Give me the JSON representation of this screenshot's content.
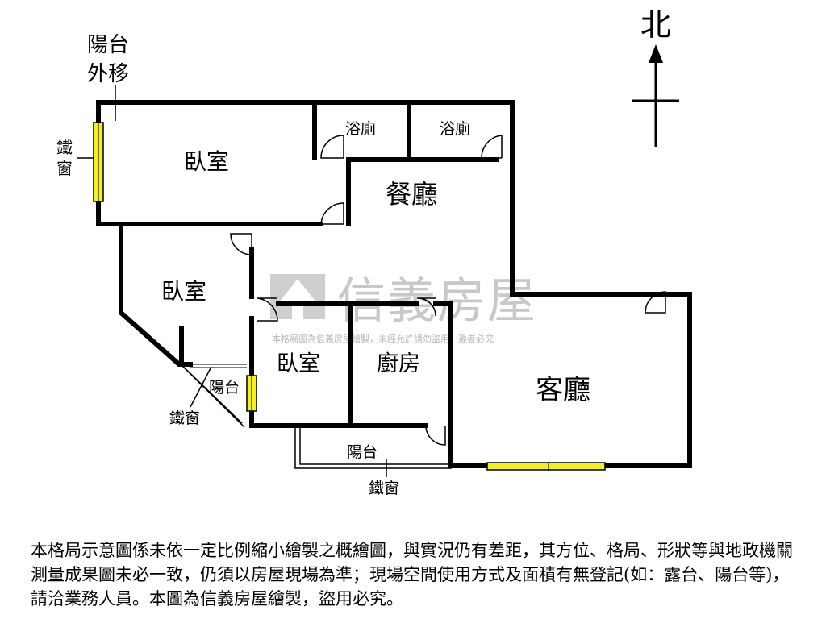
{
  "compass": {
    "north_label": "北"
  },
  "rooms": {
    "balcony_moved_line1": "陽台",
    "balcony_moved_line2": "外移",
    "bedroom_1": "臥室",
    "bath_1": "浴廁",
    "bath_2": "浴廁",
    "dining_room": "餐廳",
    "bedroom_2": "臥室",
    "bedroom_3": "臥室",
    "kitchen": "廚房",
    "living_room": "客廳",
    "balcony_west": "陽台",
    "balcony_south": "陽台"
  },
  "callouts": {
    "iron_window_left_line1": "鐵",
    "iron_window_left_line2": "窗",
    "iron_window_west_balcony": "鐵窗",
    "iron_window_south_balcony": "鐵窗"
  },
  "watermark": {
    "brand": "信義房屋",
    "notice": "本格局圖為信義房屋繪製，未經允許請勿盜用，違者必究"
  },
  "disclaimer": "本格局示意圖係未依一定比例縮小繪製之概繪圖，與實況仍有差距，其方位、格局、形狀等與地政機關測量成果圖未必一致，仍須以房屋現場為準；現場空間使用方式及面積有無登記(如：露台、陽台等)，請洽業務人員。本圖為信義房屋繪製，盜用必究。",
  "colors": {
    "wall": "#000000",
    "window_fill": "#f2ee2a",
    "watermark": "#c8c8c8"
  }
}
